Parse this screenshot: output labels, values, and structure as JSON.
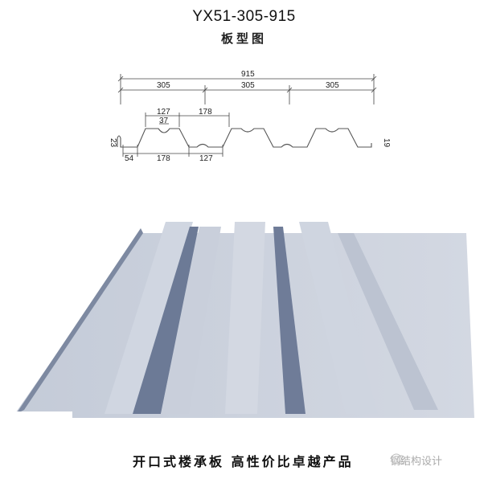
{
  "header": {
    "model": "YX51-305-915",
    "subtitle": "板型图"
  },
  "profile_drawing": {
    "overall_width": "915",
    "segments": [
      "305",
      "305",
      "305"
    ],
    "top_flange_width": "127",
    "stiffener_width": "37",
    "rib_spacing": "178",
    "bottom_width": "178",
    "bottom_flange_width": "127",
    "edge_width": "54",
    "left_lip_height": "23",
    "right_lip_height": "19"
  },
  "product_image": {
    "description": "3D render of galvanized steel floor deck sheet",
    "colors": {
      "light": "#c9d0dc",
      "mid": "#aeb6c6",
      "dark": "#6f7c95"
    }
  },
  "footer": {
    "caption": "开口式楼承板 高性价比卓越产品",
    "watermark": "钢结构设计"
  }
}
